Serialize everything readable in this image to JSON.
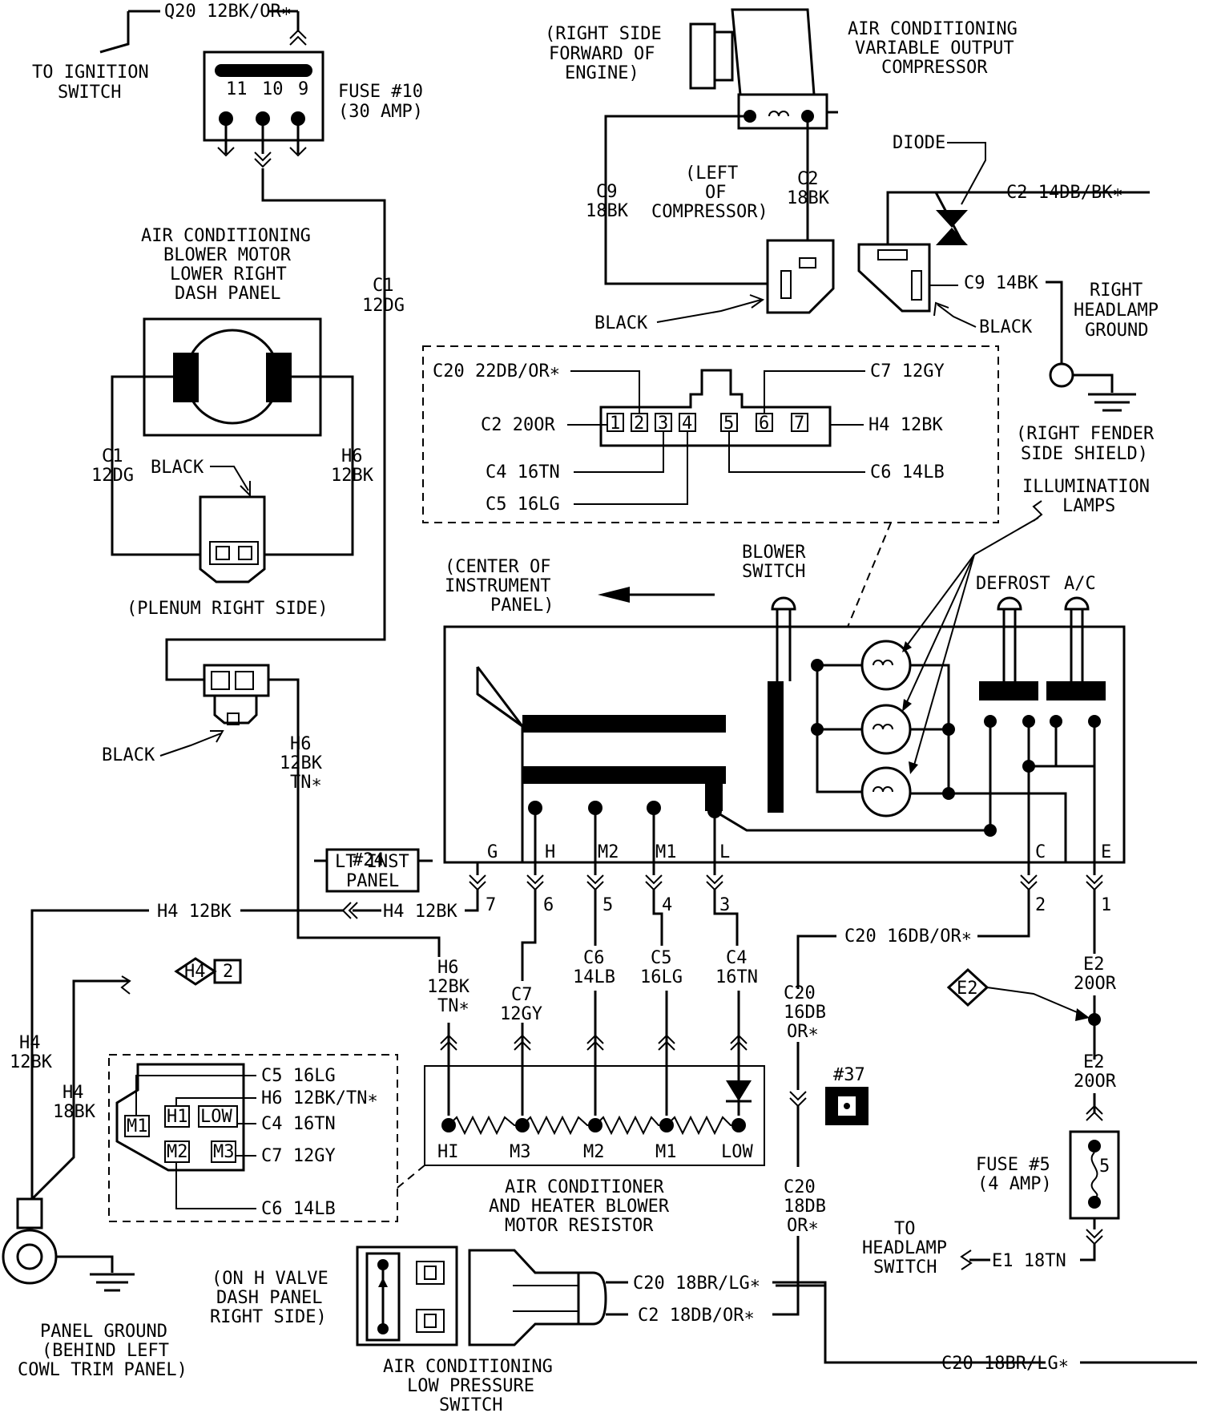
{
  "top_left": {
    "q20_wire": "Q20 12BK/OR∗",
    "ignition_label": [
      "TO IGNITION",
      "SWITCH"
    ],
    "fuse_terminals": [
      "11",
      "10",
      "9"
    ],
    "fuse_label": [
      "FUSE #10",
      "(30 AMP)"
    ]
  },
  "blower_motor": {
    "title": [
      "AIR CONDITIONING",
      "BLOWER MOTOR",
      "LOWER RIGHT",
      "DASH PANEL"
    ],
    "c1_wire": [
      "C1",
      "12DG"
    ],
    "h6_wire": [
      "H6",
      "12BK"
    ],
    "connector_color": "BLACK",
    "location": "(PLENUM RIGHT SIDE)"
  },
  "c1_vertical": [
    "C1",
    "12DG"
  ],
  "left_connector": {
    "color": "BLACK",
    "h6_wire": [
      "H6",
      "12BK",
      "TN∗"
    ]
  },
  "compressor": {
    "location": [
      "(RIGHT SIDE",
      "FORWARD OF",
      "ENGINE)"
    ],
    "title": [
      "AIR CONDITIONING",
      "VARIABLE OUTPUT",
      "COMPRESSOR"
    ],
    "c9_wire": [
      "C9",
      "18BK"
    ],
    "side_label": [
      "(LEFT",
      "OF",
      "COMPRESSOR)"
    ],
    "c2_wire": [
      "C2",
      "18BK"
    ],
    "connector_color": "BLACK"
  },
  "diode_block": {
    "diode_label": "DIODE",
    "c2_wire": "C2  14DB/BK∗",
    "c9_wire": "C9  14BK",
    "connector_color": "BLACK"
  },
  "headlamp_ground": {
    "label": [
      "RIGHT",
      "HEADLAMP",
      "GROUND"
    ],
    "location": [
      "(RIGHT FENDER",
      "SIDE SHIELD)"
    ]
  },
  "switch_connector": {
    "pins": [
      "1",
      "2",
      "3",
      "4",
      "5",
      "6",
      "7"
    ],
    "left_labels": [
      "C20  22DB/OR∗",
      "C2  20OR",
      "C4  16TN",
      "C5  16LG"
    ],
    "right_labels": [
      "C7  12GY",
      "H4  12BK",
      "C6  14LB"
    ]
  },
  "illumination_lamps": [
    "ILLUMINATION",
    "LAMPS"
  ],
  "center_panel": [
    "(CENTER OF",
    "INSTRUMENT",
    "PANEL)"
  ],
  "blower_switch": [
    "BLOWER",
    "SWITCH"
  ],
  "defrost_label": "DEFROST",
  "ac_label": "A/C",
  "switch_terminals": [
    "G",
    "H",
    "M2",
    "M1",
    "L",
    "C",
    "E"
  ],
  "cavity_numbers": [
    "7",
    "6",
    "5",
    "4",
    "3",
    "2",
    "1"
  ],
  "lt_inst_panel": {
    "number": "#24",
    "label": [
      "LT INST",
      "PANEL"
    ]
  },
  "h4_wires": {
    "long_label": "H4  12BK",
    "short_label": "H4  12BK",
    "badge_letters": "H4",
    "badge_number": "2",
    "vertical_12bk": [
      "H4",
      "12BK"
    ],
    "vertical_18bk": [
      "H4",
      "18BK"
    ]
  },
  "resistor_wires": {
    "h6": [
      "H6",
      "12BK",
      "TN∗"
    ],
    "c7": [
      "C7",
      "12GY"
    ],
    "c6": [
      "C6",
      "14LB"
    ],
    "c5": [
      "C5",
      "16LG"
    ],
    "c4": [
      "C4",
      "16TN"
    ]
  },
  "c20_wires": {
    "top": "C20  16DB/OR∗",
    "mid": [
      "C20",
      "16DB",
      "OR∗"
    ],
    "lower": [
      "C20",
      "18DB",
      "OR∗"
    ],
    "bottom_right": "C20  18BR/LG∗"
  },
  "e2_branch": {
    "badge": "E2",
    "wire_1": [
      "E2",
      "20OR"
    ],
    "wire_2": [
      "E2",
      "20OR"
    ],
    "fuse_number": "5",
    "fuse_label": [
      "FUSE #5",
      "(4 AMP)"
    ],
    "headlamp_label": [
      "TO",
      "HEADLAMP",
      "SWITCH"
    ],
    "e1_wire": "E1  18TN"
  },
  "connector_37": "#37",
  "resistor": {
    "terminals": [
      "HI",
      "M3",
      "M2",
      "M1",
      "LOW"
    ],
    "title": [
      "AIR CONDITIONER",
      "AND HEATER BLOWER",
      "MOTOR RESISTOR"
    ]
  },
  "resistor_connector": {
    "pins": [
      "M1",
      "H1",
      "LOW",
      "M2",
      "M3"
    ],
    "wire_labels": [
      "C5  16LG",
      "H6  12BK/TN∗",
      "C4  16TN",
      "C7  12GY",
      "C6  14LB"
    ]
  },
  "pressure_switch": {
    "location": [
      "(ON H VALVE",
      "DASH PANEL",
      "RIGHT SIDE)"
    ],
    "title": [
      "AIR CONDITIONING",
      "LOW PRESSURE",
      "SWITCH"
    ],
    "c20_wire": "C20  18BR/LG∗",
    "c2_wire": "C2  18DB/OR∗"
  },
  "panel_ground": [
    "PANEL GROUND",
    "(BEHIND LEFT",
    "COWL TRIM PANEL)"
  ]
}
